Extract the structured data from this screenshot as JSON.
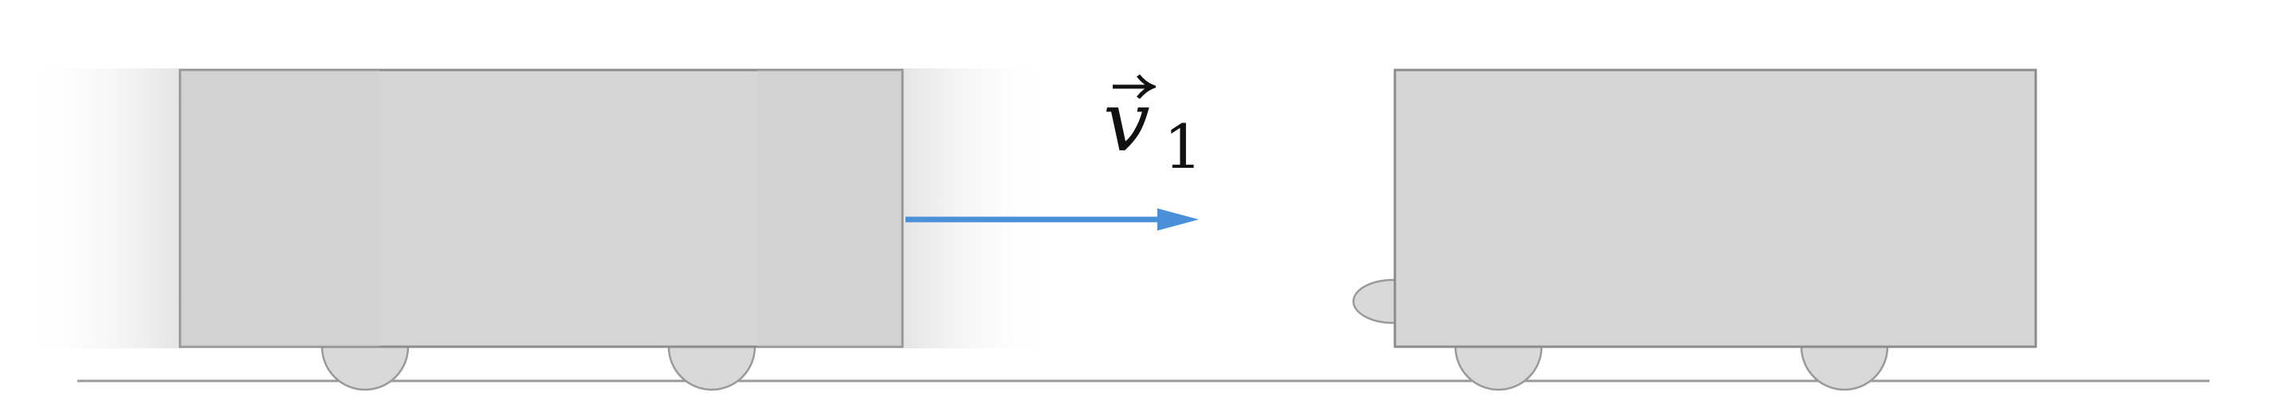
{
  "diagram": {
    "velocity_label": {
      "symbol": "v",
      "subscript": "1"
    },
    "colors": {
      "cart_fill": "#d6d6d6",
      "cart_stroke": "#8c8c8c",
      "wheel_fill": "#d9d9d9",
      "ground": "#9a9a9a",
      "velocity_arrow": "#4a90d9",
      "motion_blur": "#e6e6e6",
      "text": "#111111"
    },
    "carts": [
      {
        "name": "moving-cart",
        "moving": true,
        "has_bumper": false
      },
      {
        "name": "stationary-cart",
        "moving": false,
        "has_bumper": true
      }
    ]
  }
}
